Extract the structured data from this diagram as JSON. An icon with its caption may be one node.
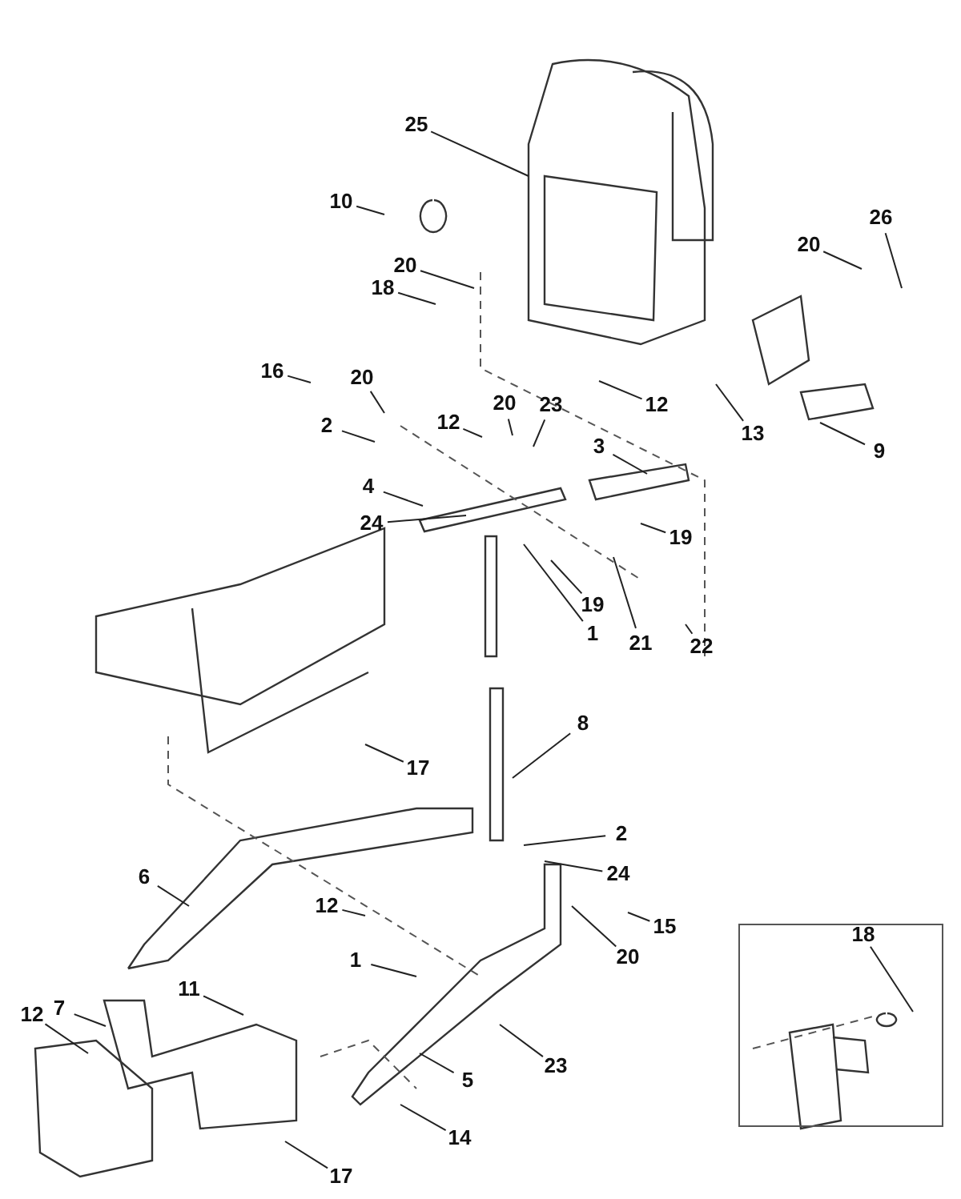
{
  "diagram": {
    "nodes": [
      {
        "text": [
          "25"
        ]
      },
      {
        "text": [
          "10"
        ]
      },
      {
        "text": [
          "26"
        ]
      },
      {
        "text": [
          "20"
        ]
      },
      {
        "text": [
          "20"
        ]
      },
      {
        "text": [
          "18"
        ]
      },
      {
        "text": [
          "12"
        ]
      },
      {
        "text": [
          "13"
        ]
      },
      {
        "text": [
          "9"
        ]
      },
      {
        "text": [
          "20"
        ]
      },
      {
        "text": [
          "16"
        ]
      },
      {
        "text": [
          "2"
        ]
      },
      {
        "text": [
          "12"
        ]
      },
      {
        "text": [
          "20"
        ]
      },
      {
        "text": [
          "23"
        ]
      },
      {
        "text": [
          "3"
        ]
      },
      {
        "text": [
          "4"
        ]
      },
      {
        "text": [
          "24"
        ]
      },
      {
        "text": [
          "19"
        ]
      },
      {
        "text": [
          "19"
        ]
      },
      {
        "text": [
          "1"
        ]
      },
      {
        "text": [
          "21"
        ]
      },
      {
        "text": [
          "22"
        ]
      },
      {
        "text": [
          "17"
        ]
      },
      {
        "text": [
          "8"
        ]
      },
      {
        "text": [
          "2"
        ]
      },
      {
        "text": [
          "24"
        ]
      },
      {
        "text": [
          "15"
        ]
      },
      {
        "text": [
          "6"
        ]
      },
      {
        "text": [
          "20"
        ]
      },
      {
        "text": [
          "12"
        ]
      },
      {
        "text": [
          "1"
        ]
      },
      {
        "text": [
          "11"
        ]
      },
      {
        "text": [
          "7"
        ]
      },
      {
        "text": [
          "12"
        ]
      },
      {
        "text": [
          "23"
        ]
      },
      {
        "text": [
          "5"
        ]
      },
      {
        "text": [
          "14"
        ]
      },
      {
        "text": [
          "17"
        ]
      },
      {
        "text": [],
        "shape": "box"
      },
      {
        "text": [
          "18"
        ],
        "in": 39
      }
    ],
    "edges": [
      {
        "from": 0,
        "to": null,
        "arrow": "none"
      },
      {
        "from": 1,
        "to": null,
        "arrow": "none"
      },
      {
        "from": 2,
        "to": null,
        "arrow": "none"
      },
      {
        "from": 3,
        "to": null,
        "arrow": "none"
      },
      {
        "from": 4,
        "to": null,
        "arrow": "none"
      },
      {
        "from": 5,
        "to": null,
        "arrow": "none"
      },
      {
        "from": 6,
        "to": null,
        "arrow": "none"
      },
      {
        "from": 7,
        "to": null,
        "arrow": "none"
      },
      {
        "from": 8,
        "to": null,
        "arrow": "none"
      },
      {
        "from": 9,
        "to": null,
        "arrow": "none"
      },
      {
        "from": 10,
        "to": null,
        "arrow": "none"
      },
      {
        "from": 11,
        "to": null,
        "arrow": "none"
      },
      {
        "from": 12,
        "to": null,
        "arrow": "none"
      },
      {
        "from": 13,
        "to": null,
        "arrow": "none"
      },
      {
        "from": 14,
        "to": null,
        "arrow": "none"
      },
      {
        "from": 15,
        "to": null,
        "arrow": "none"
      },
      {
        "from": 16,
        "to": null,
        "arrow": "none"
      },
      {
        "from": 17,
        "to": null,
        "arrow": "none"
      },
      {
        "from": 18,
        "to": null,
        "arrow": "none"
      },
      {
        "from": 19,
        "to": null,
        "arrow": "none"
      },
      {
        "from": 20,
        "to": null,
        "arrow": "none"
      },
      {
        "from": 21,
        "to": null,
        "arrow": "none"
      },
      {
        "from": 22,
        "to": null,
        "arrow": "none"
      },
      {
        "from": 23,
        "to": null,
        "arrow": "none"
      },
      {
        "from": 24,
        "to": null,
        "arrow": "none"
      },
      {
        "from": 25,
        "to": null,
        "arrow": "none"
      },
      {
        "from": 26,
        "to": null,
        "arrow": "none"
      },
      {
        "from": 27,
        "to": null,
        "arrow": "none"
      },
      {
        "from": 28,
        "to": null,
        "arrow": "none"
      },
      {
        "from": 29,
        "to": null,
        "arrow": "none"
      },
      {
        "from": 30,
        "to": null,
        "arrow": "none"
      },
      {
        "from": 31,
        "to": null,
        "arrow": "none"
      },
      {
        "from": 32,
        "to": null,
        "arrow": "none"
      },
      {
        "from": 33,
        "to": null,
        "arrow": "none"
      },
      {
        "from": 34,
        "to": null,
        "arrow": "none"
      },
      {
        "from": 35,
        "to": null,
        "arrow": "none"
      },
      {
        "from": 36,
        "to": null,
        "arrow": "none"
      },
      {
        "from": 37,
        "to": null,
        "arrow": "none"
      },
      {
        "from": 38,
        "to": null,
        "arrow": "none"
      },
      {
        "from": 40,
        "to": null,
        "arrow": "none"
      }
    ]
  }
}
